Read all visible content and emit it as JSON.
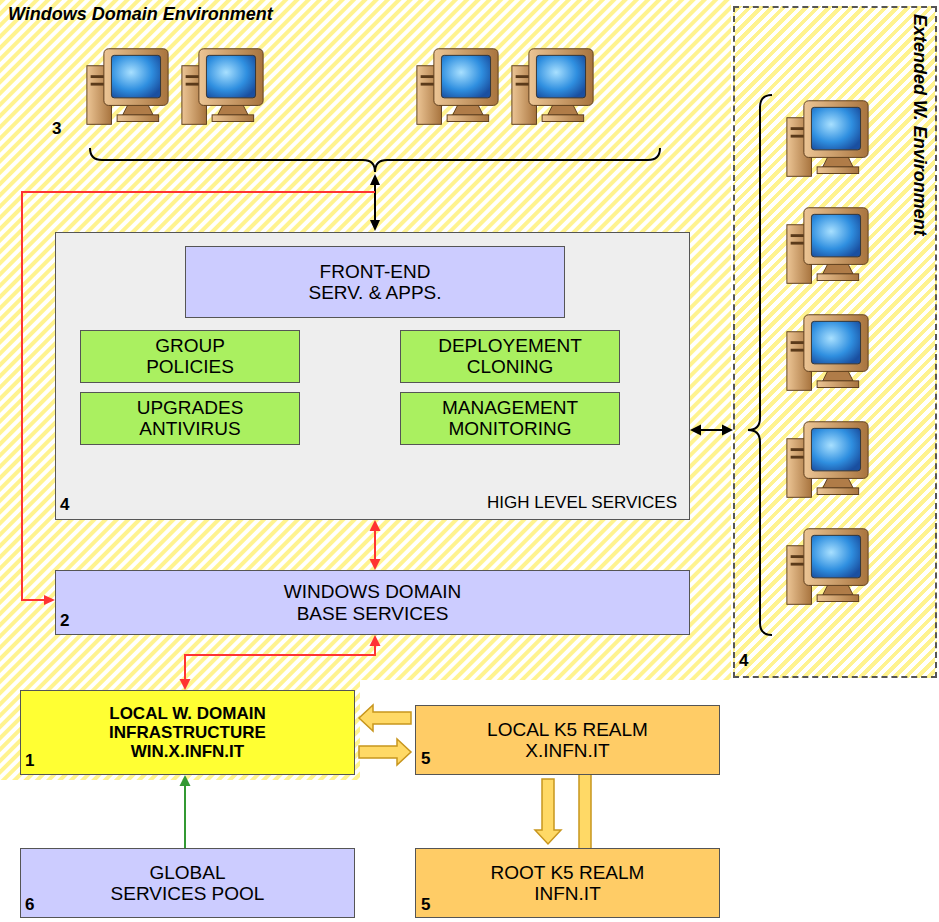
{
  "diagram": {
    "nodes": [
      {
        "text": [
          "Windows Domain Environment"
        ]
      },
      {
        "text": [
          "Extended W. Environment"
        ]
      },
      {
        "text": [
          "HIGH LEVEL SERVICES"
        ],
        "in": 0
      },
      {
        "text": [
          "FRONT-END SERV. & APPS."
        ],
        "in": 2
      },
      {
        "text": [
          "GROUP POLICIES"
        ],
        "in": 2
      },
      {
        "text": [
          "DEPLOYEMENT CLONING"
        ],
        "in": 2
      },
      {
        "text": [
          "UPGRADES ANTIVIRUS"
        ],
        "in": 2
      },
      {
        "text": [
          "MANAGEMENT MONITORING"
        ],
        "in": 2
      },
      {
        "text": [
          "WINDOWS DOMAIN BASE SERVICES"
        ],
        "in": 0
      },
      {
        "text": [
          "LOCAL W. DOMAIN INFRASTRUCTURE WIN.X.INFN.IT"
        ],
        "in": 0
      },
      {
        "text": [
          "LOCAL K5 REALM X.INFN.IT"
        ]
      },
      {
        "text": [
          "GLOBAL SERVICES POOL"
        ]
      },
      {
        "text": [
          "ROOT K5 REALM INFN.IT"
        ]
      }
    ],
    "edges": [
      {
        "from": 2,
        "to": 8,
        "arrow": "both"
      },
      {
        "from": 8,
        "to": 9,
        "arrow": "both"
      },
      {
        "from": 10,
        "to": 9,
        "arrow": "to"
      },
      {
        "from": 9,
        "to": 10,
        "arrow": "to"
      },
      {
        "from": 10,
        "to": 12,
        "arrow": "to"
      },
      {
        "from": 12,
        "to": 10,
        "arrow": "to"
      },
      {
        "from": 11,
        "to": 9,
        "arrow": "to"
      },
      {
        "from": 2,
        "to": 1,
        "arrow": "both"
      }
    ],
    "labels": [
      "3",
      "4",
      "2",
      "4",
      "1",
      "5",
      "6",
      "5"
    ]
  }
}
